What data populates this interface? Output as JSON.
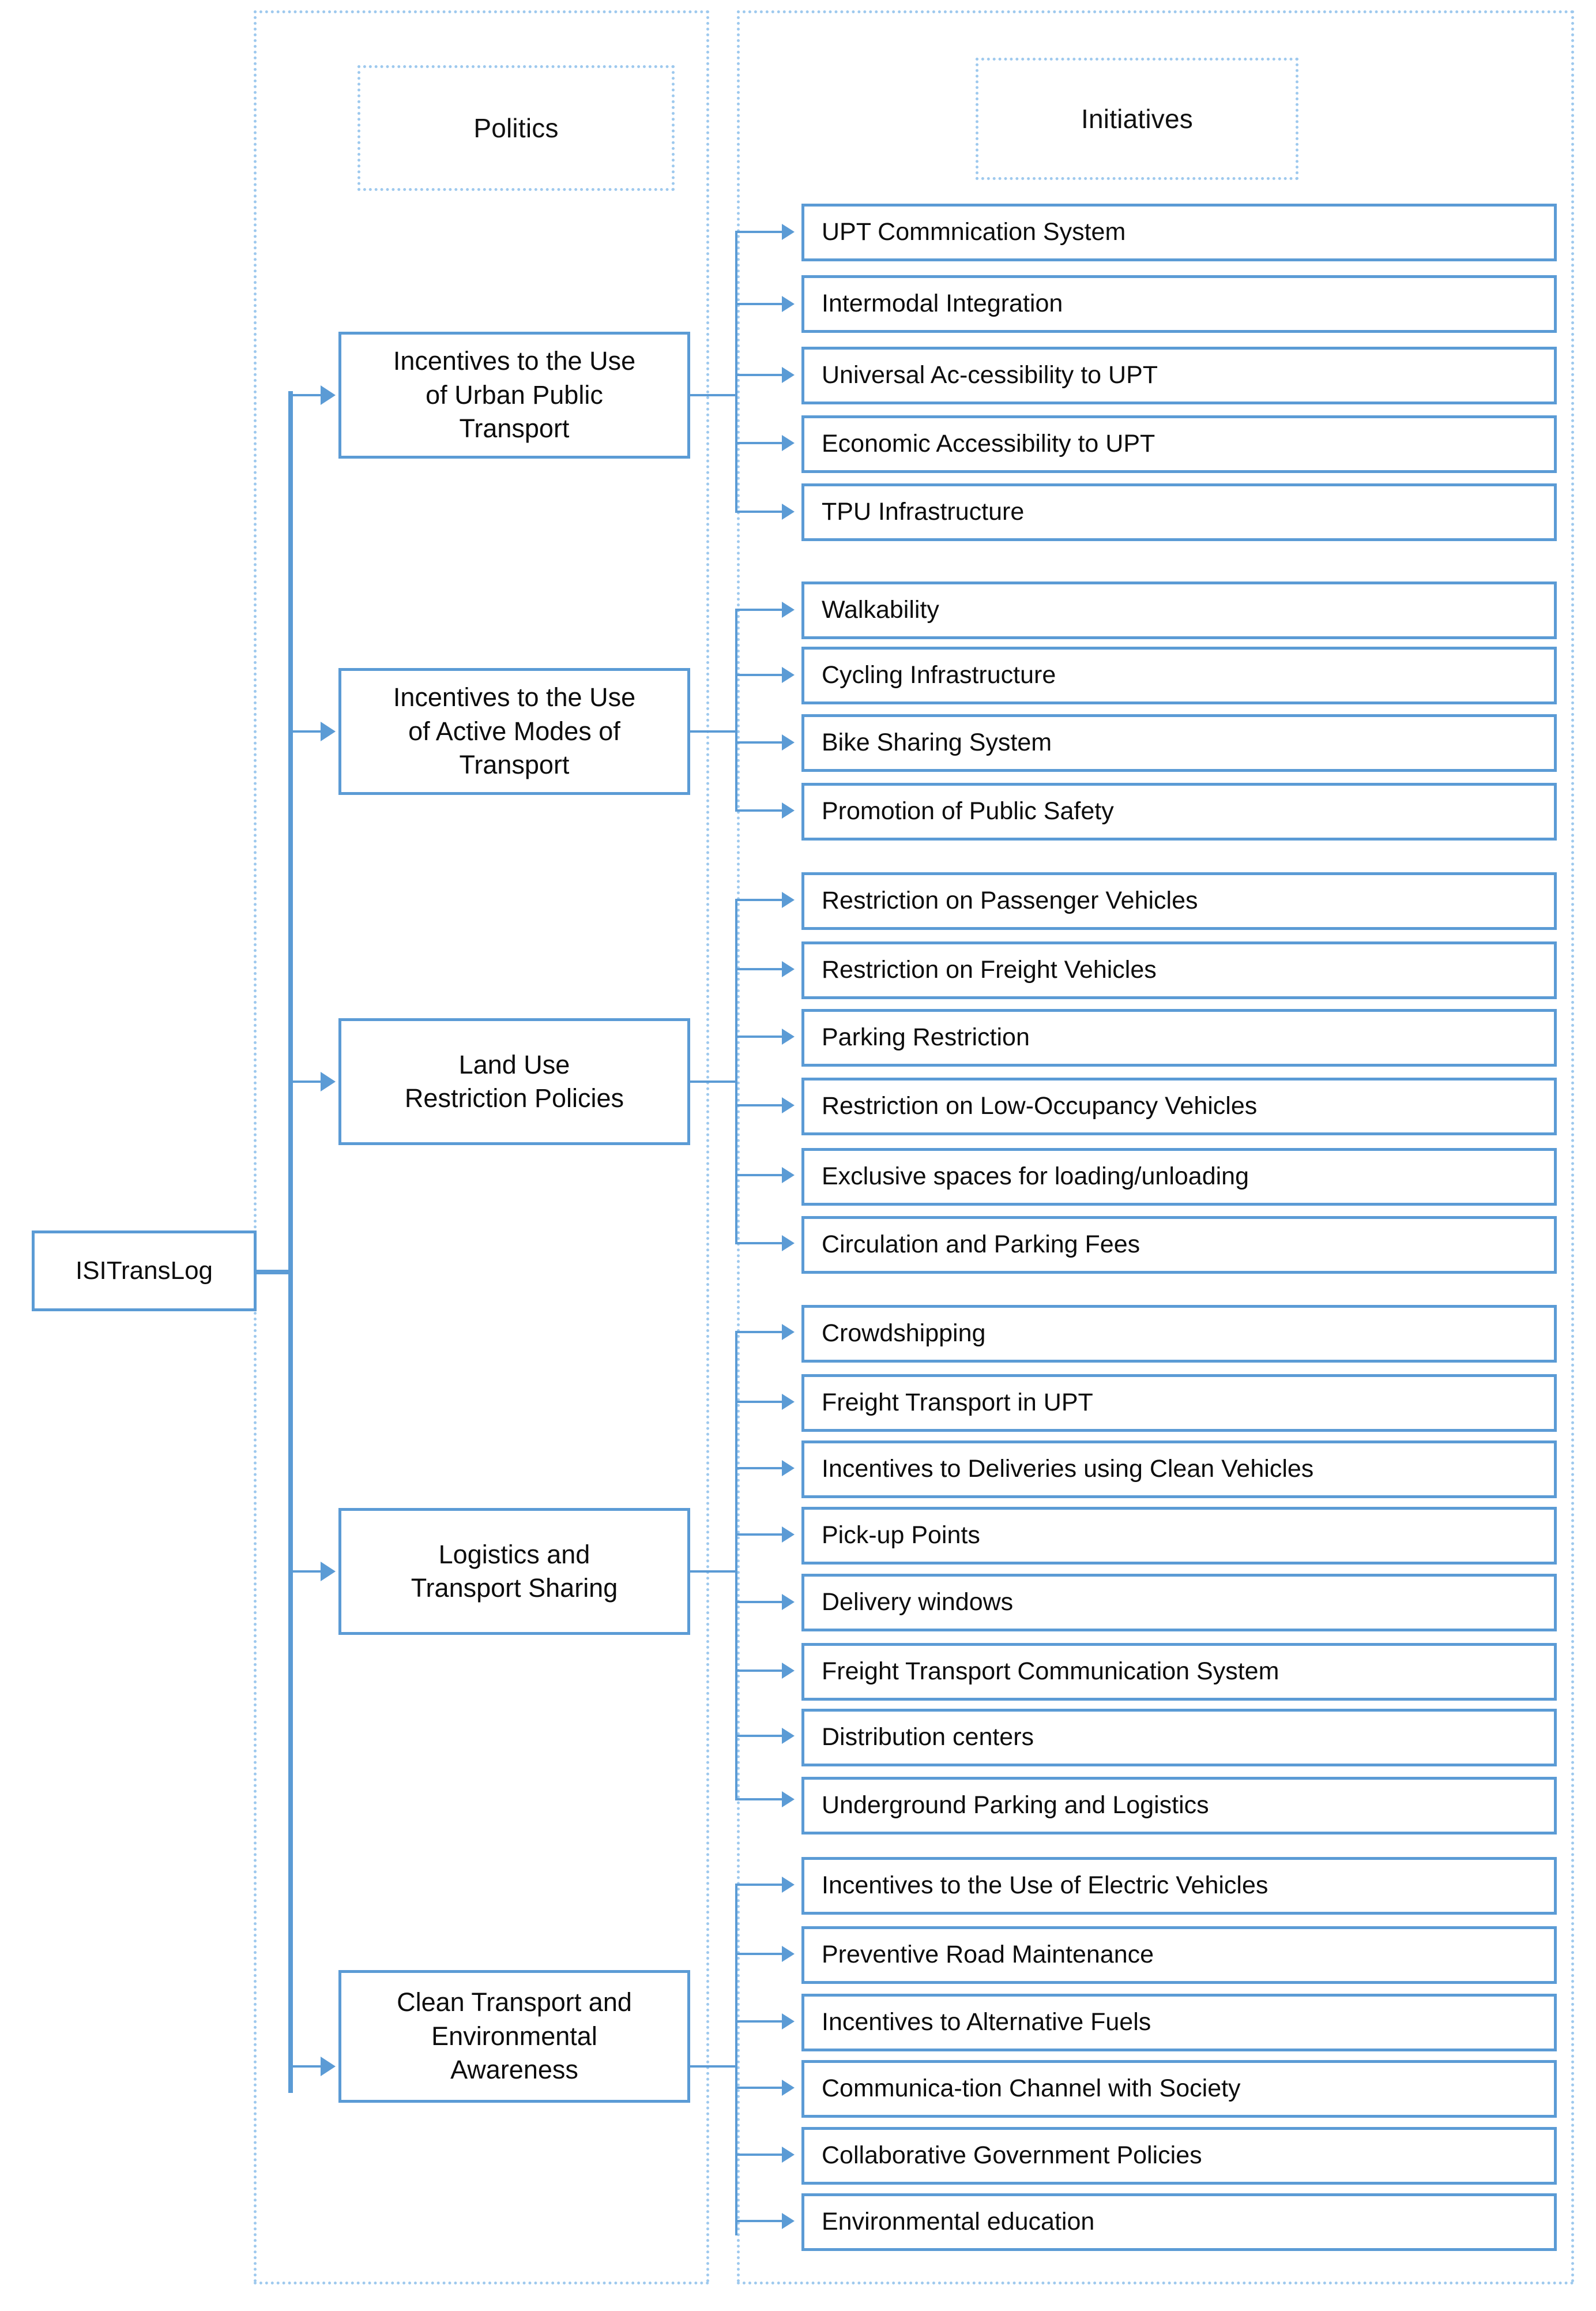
{
  "diagram": {
    "title": "ISITransLog Policies and Initiatives",
    "root": {
      "label": "ISITransLog"
    },
    "columns": {
      "politics_header": "Politics",
      "initiatives_header": "Initiatives"
    },
    "accent_color": "#5b9bd5",
    "container_border_color": "#9ec9ee",
    "text_color": "#0d0d0d",
    "background_color": "#ffffff"
  },
  "groups": [
    {
      "policy": "Incentives to the Use of Urban Public Transport",
      "policy_lines": [
        "Incentives to the Use",
        "of Urban Public",
        "Transport"
      ],
      "initiatives": [
        "UPT Commnication System",
        "Intermodal Integration",
        "Universal Ac-cessibility to UPT",
        "Economic Accessibility to UPT",
        "TPU Infrastructure"
      ]
    },
    {
      "policy": "Incentives to the Use of Active Modes of Transport",
      "policy_lines": [
        "Incentives to the Use",
        "of Active Modes of",
        "Transport"
      ],
      "initiatives": [
        "Walkability",
        "Cycling Infrastructure",
        "Bike Sharing System",
        "Promotion of Public Safety"
      ]
    },
    {
      "policy": "Land Use Restriction Policies",
      "policy_lines": [
        "Land Use",
        "Restriction Policies"
      ],
      "initiatives": [
        "Restriction on Passenger Vehicles",
        "Restriction on Freight Vehicles",
        "Parking Restriction",
        "Restriction on Low-Occupancy Vehicles",
        "Exclusive spaces for loading/unloading",
        "Circulation and Parking Fees"
      ]
    },
    {
      "policy": "Logistics and Transport Sharing",
      "policy_lines": [
        "Logistics and",
        "Transport Sharing"
      ],
      "initiatives": [
        "Crowdshipping",
        "Freight Transport in UPT",
        "Incentives to Deliveries  using Clean Vehicles",
        "Pick-up Points",
        "Delivery windows",
        "Freight Transport Communication System",
        "Distribution centers",
        "Underground Parking and Logistics"
      ]
    },
    {
      "policy": "Clean Transport and Environmental Awareness",
      "policy_lines": [
        "Clean Transport and",
        "Environmental",
        "Awareness"
      ],
      "initiatives": [
        "Incentives to the Use of Electric Vehicles",
        "Preventive Road Maintenance",
        " Incentives to Alternative Fuels",
        "Communica-tion Channel with Society",
        "Collaborative Government Policies",
        "Environmental education"
      ]
    }
  ]
}
